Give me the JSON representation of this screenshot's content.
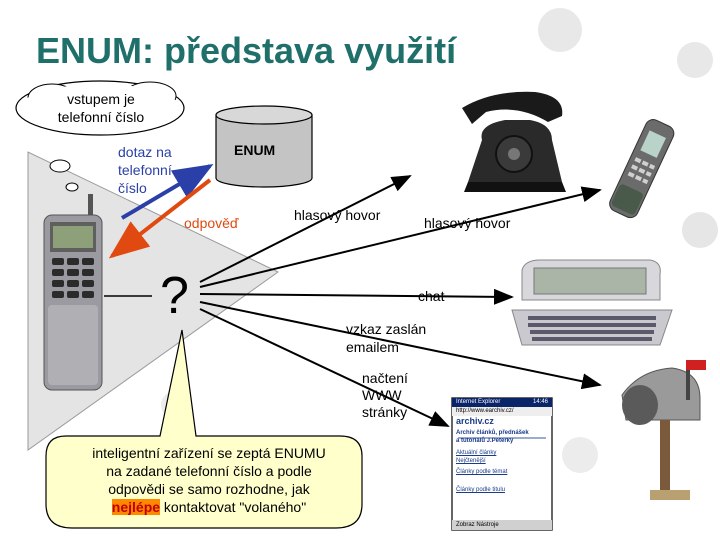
{
  "title": "ENUM: představa využití",
  "cloud_text": [
    "vstupem je",
    "telefonní číslo"
  ],
  "query_text": [
    "dotaz na",
    "telefonní",
    "číslo"
  ],
  "answer_text": "odpověď",
  "db_label": "ENUM",
  "question_mark": "?",
  "targets": {
    "voice_1": "hlasový hovor",
    "voice_2": "hlasový hovor",
    "chat": "chat",
    "email": [
      "vzkaz zaslán",
      "emailem"
    ],
    "web": [
      "načtení",
      "WWW",
      "stránky"
    ]
  },
  "callout": {
    "line1": "inteligentní zařízení se zeptá ENUMU",
    "line2": "na zadané telefonní číslo a podle",
    "line3": "odpovědi se samo rozhodne, jak",
    "highlight": "nejlépe",
    "line4_rest": " kontaktovat \"volaného\""
  },
  "browser": {
    "app_title": "Internet Explorer",
    "clock": "14:46",
    "url": "http://www.earchiv.cz/",
    "logo": "archiv.cz",
    "heading_lines": [
      "Archiv článků, přednášek",
      "a tutoriálů J.Peterky"
    ],
    "links": [
      "Aktuální články",
      "Nejčtenější",
      "Články podle témat",
      "Články podle titulu"
    ],
    "menu": "Zobraz  Nástroje"
  },
  "colors": {
    "title": "#1f6f6a",
    "query_arrow": "#2a3fa8",
    "answer_arrow": "#e04a10",
    "callout_bg": "#ffffcc",
    "cylinder": "#c4c4c4"
  }
}
